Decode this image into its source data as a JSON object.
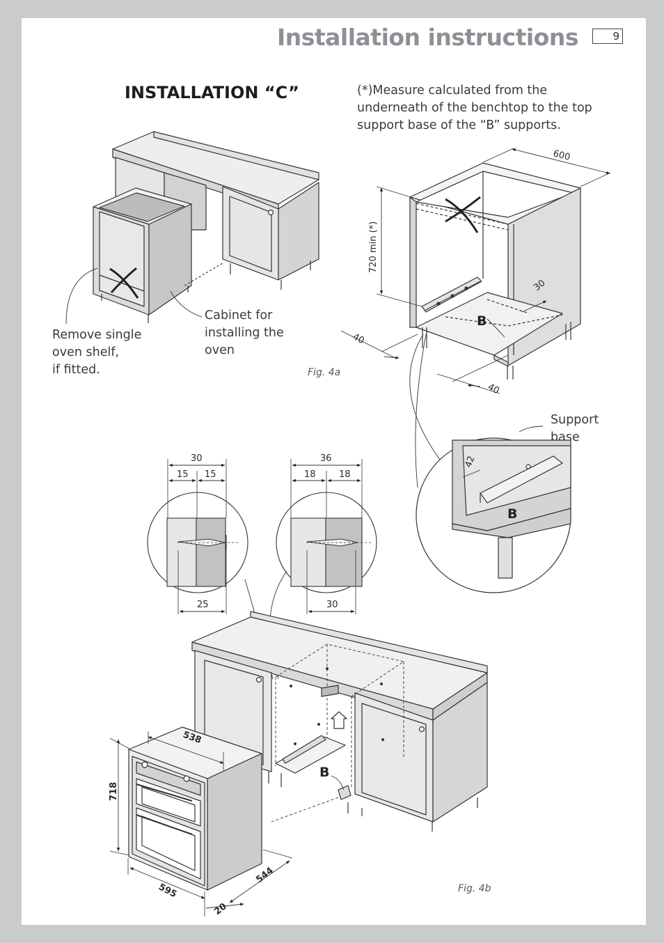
{
  "header": {
    "title": "Installation instructions",
    "page_number": "9"
  },
  "section": {
    "title": "INSTALLATION “C”"
  },
  "note": "(*)Measure calculated from the underneath of the benchtop to the top support base of the “B” supports.",
  "labels": {
    "remove_shelf": [
      "Remove single",
      "oven shelf,",
      "if fitted."
    ],
    "cabinet": [
      "Cabinet for",
      "installing the",
      "oven"
    ],
    "support_base": [
      "Support",
      "base"
    ]
  },
  "figures": {
    "fig4a": "Fig. 4a",
    "fig4b": "Fig. 4b"
  },
  "dimensions": {
    "cabinet_width": "600",
    "min_height": "720 min (*)",
    "support_depth": "30",
    "left_offset": "40",
    "front_offset": "40",
    "support_height": "42",
    "screw_left_total": "30",
    "screw_left_half_a": "15",
    "screw_left_half_b": "15",
    "screw_left_bottom": "25",
    "screw_right_total": "36",
    "screw_right_half_a": "18",
    "screw_right_half_b": "18",
    "screw_right_bottom": "30",
    "oven_depth": "538",
    "oven_height": "718",
    "oven_width": "595",
    "oven_side_depth": "544",
    "oven_front": "20",
    "support_letter": "B"
  }
}
